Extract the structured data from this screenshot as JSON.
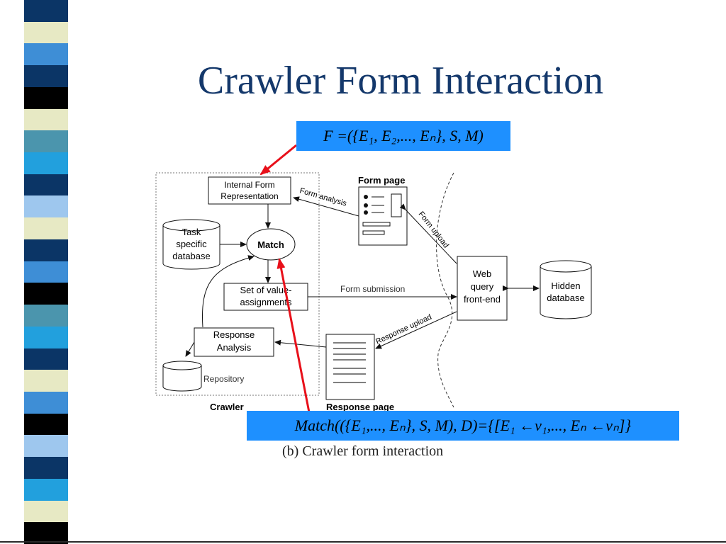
{
  "slide": {
    "title": "Crawler Form Interaction",
    "caption": "(b) Crawler form interaction"
  },
  "formulas": {
    "form_def": "F =({E₁, E₂,..., Eₙ}, S, M)",
    "match_def": "Match(({E₁,..., Eₙ}, S, M), D)={[E₁ ←v₁,..., Eₙ ←vₙ]}"
  },
  "diagram": {
    "internal_form_line1": "Internal Form",
    "internal_form_line2": "Representation",
    "task_db_line1": "Task",
    "task_db_line2": "specific",
    "task_db_line3": "database",
    "match": "Match",
    "set_values_line1": "Set of value-",
    "set_values_line2": "assignments",
    "response_analysis_line1": "Response",
    "response_analysis_line2": "Analysis",
    "repository": "Repository",
    "crawler": "Crawler",
    "form_page": "Form page",
    "form_analysis": "Form analysis",
    "form_upload": "Form upload",
    "form_submission": "Form submission",
    "web_query_line1": "Web",
    "web_query_line2": "query",
    "web_query_line3": "front-end",
    "hidden_db_line1": "Hidden",
    "hidden_db_line2": "database",
    "response_upload": "Response upload",
    "response_page": "Response page"
  },
  "colors": {
    "title": "#14386b",
    "formula_bg": "#1e90ff",
    "arrow_red": "#e8101a"
  },
  "stripe_colors": [
    "#0b3566",
    "#e7e9c4",
    "#3e8ed6",
    "#0b3566",
    "#000000",
    "#e7e9c4",
    "#4b95ad",
    "#22a0dd",
    "#0b3566",
    "#9ec7ee",
    "#e7e9c4",
    "#0b3566",
    "#3e8ed6",
    "#000000",
    "#4b95ad",
    "#22a0dd",
    "#0b3566",
    "#e7e9c4",
    "#3e8ed6",
    "#000000",
    "#9ec7ee",
    "#0b3566",
    "#22a0dd",
    "#e7e9c4",
    "#000000"
  ]
}
